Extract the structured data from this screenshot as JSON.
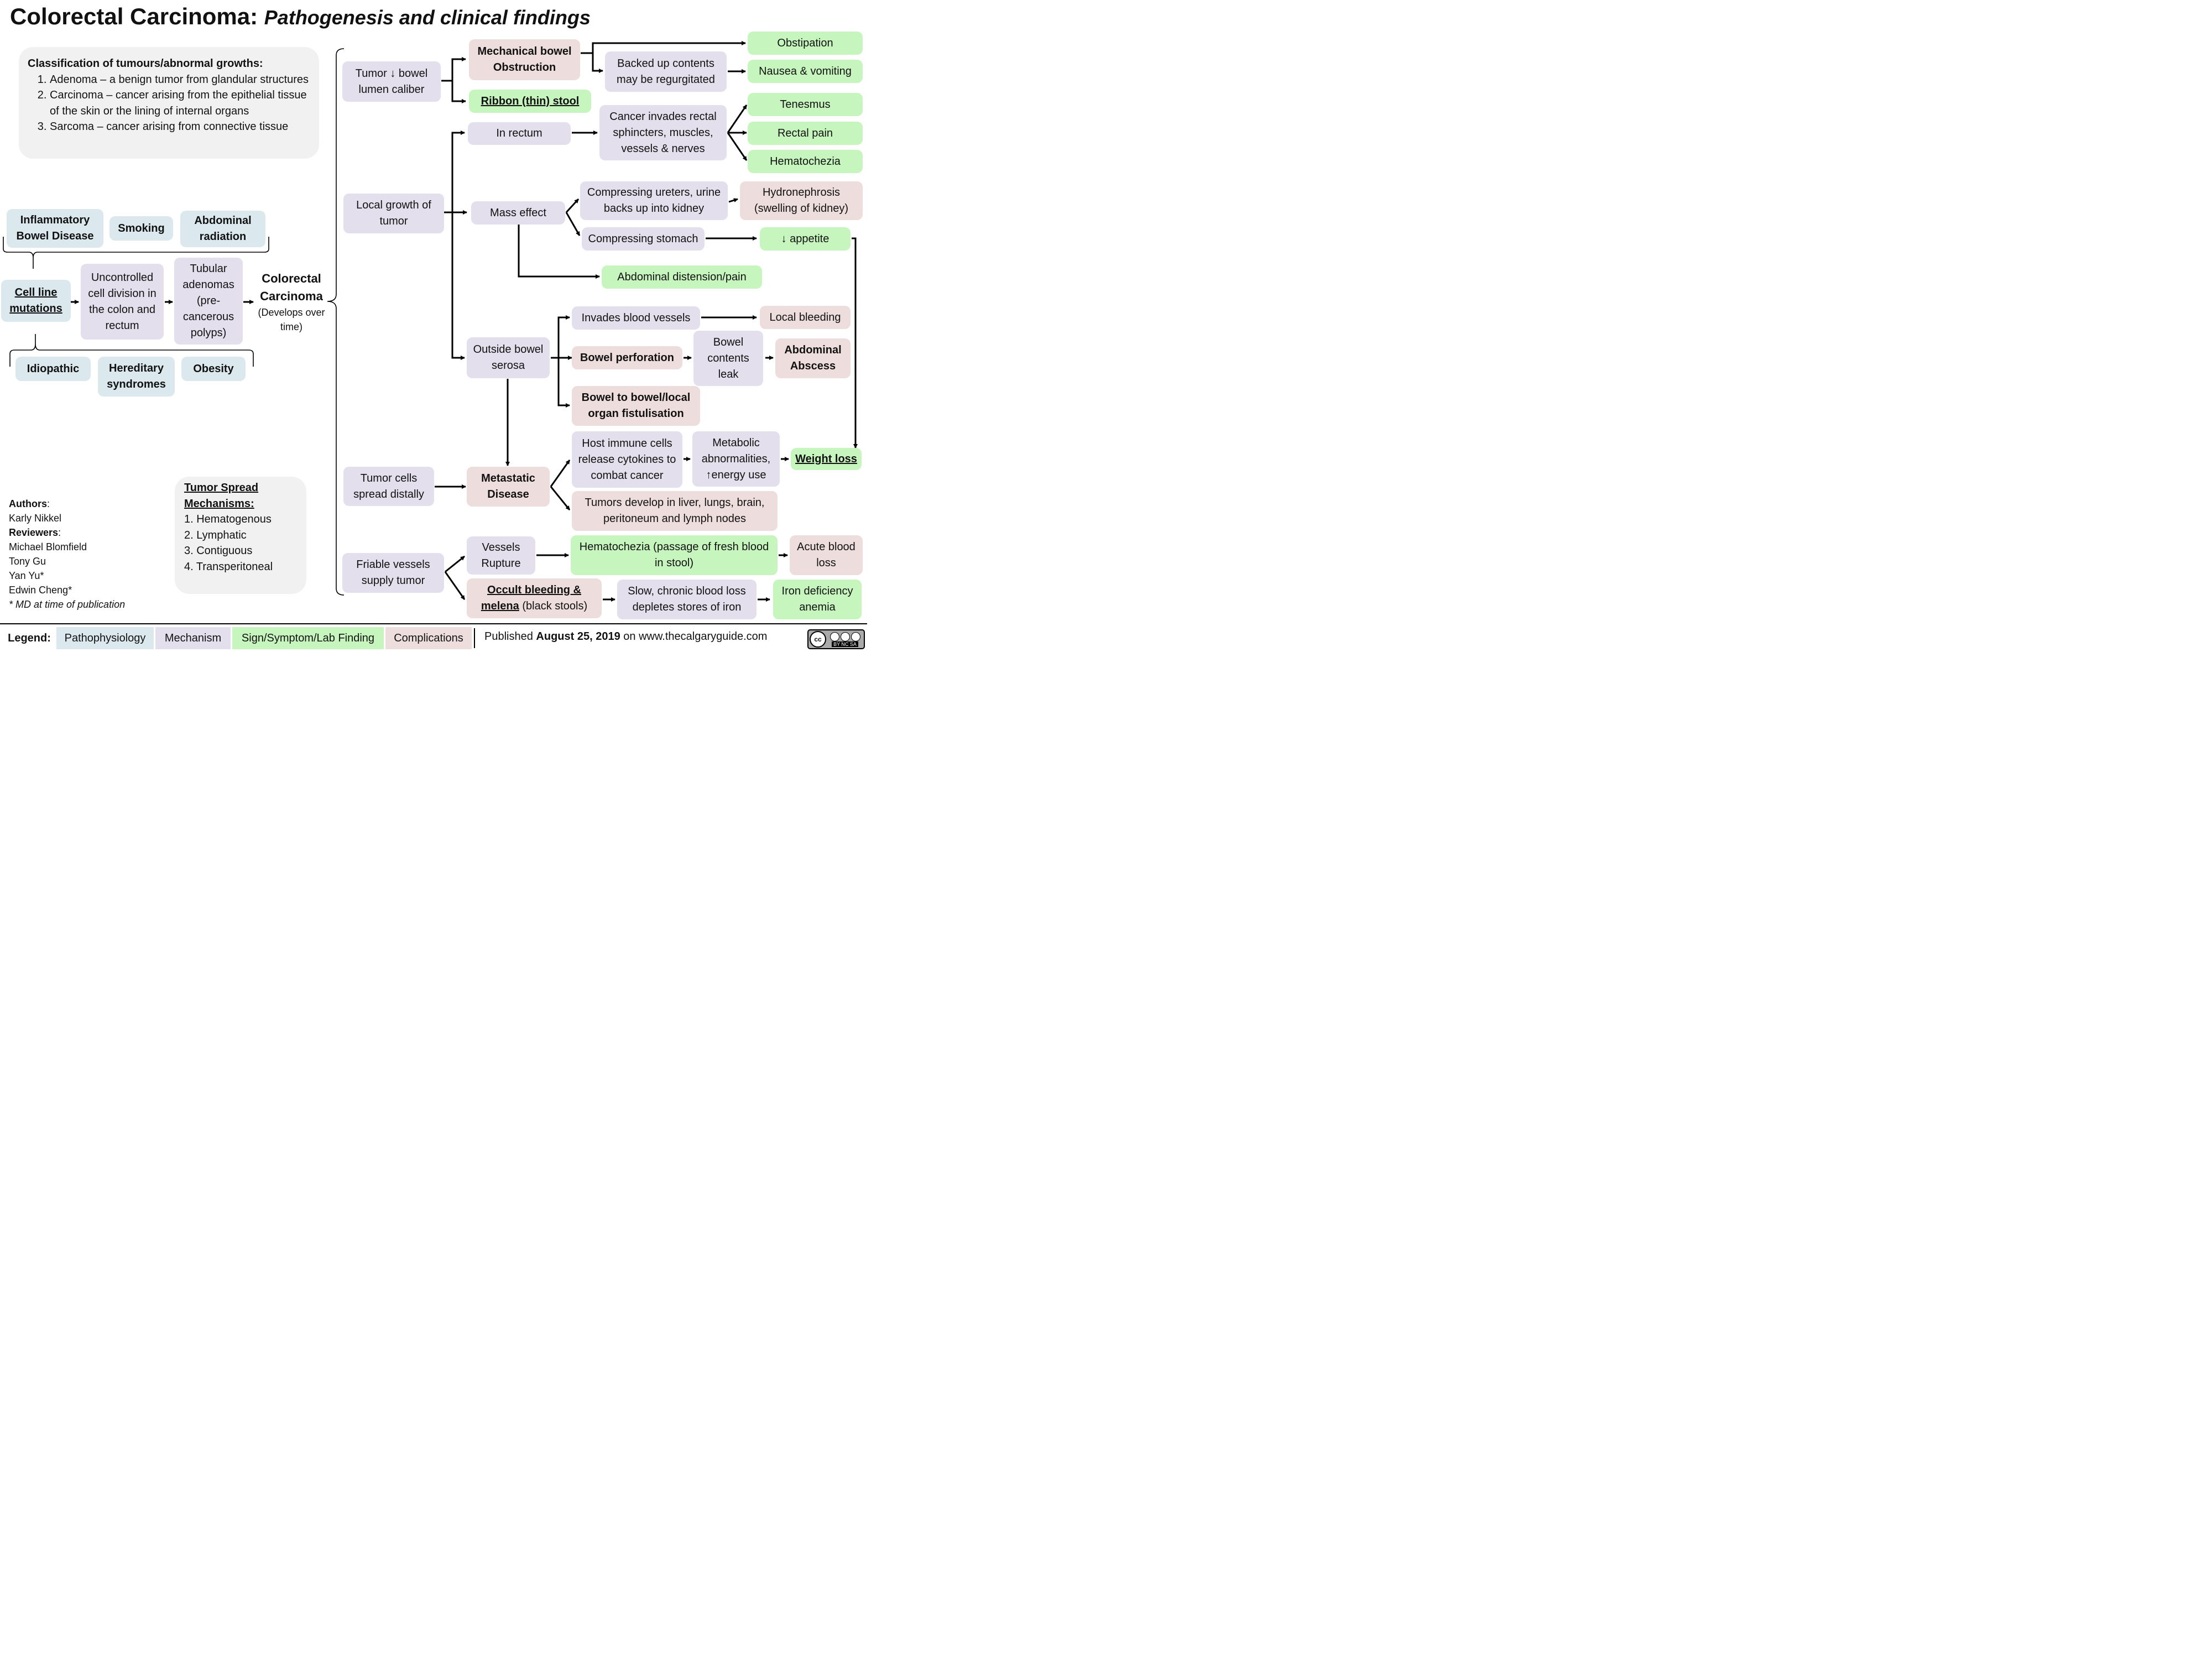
{
  "title": {
    "main": "Colorectal Carcinoma:",
    "sub": "Pathogenesis and clinical findings"
  },
  "classification": {
    "heading": "Classification of tumours/abnormal growths:",
    "items": [
      "Adenoma – a benign tumor from glandular structures",
      "Carcinoma – cancer arising from the epithelial tissue of the skin or the lining of internal organs",
      "Sarcoma – cancer arising from connective tissue"
    ]
  },
  "risk_factors": {
    "ibd": "Inflammatory Bowel Disease",
    "smoking": "Smoking",
    "abdominal_radiation": "Abdominal radiation",
    "idiopathic": "Idiopathic",
    "hereditary": "Hereditary syndromes",
    "obesity": "Obesity"
  },
  "pathway": {
    "cell_line": "Cell line mutations",
    "uncontrolled": "Uncontrolled cell division in the colon and rectum",
    "tubular": "Tubular adenomas (pre-cancerous polyps)",
    "crc_title": "Colorectal Carcinoma",
    "crc_note": "(Develops over time)"
  },
  "mechanisms": {
    "tumor_lumen": "Tumor ↓ bowel lumen caliber",
    "local_growth": "Local growth of tumor",
    "tumor_cells": "Tumor cells spread distally",
    "friable": "Friable vessels supply tumor",
    "mech_obstruction": "Mechanical bowel Obstruction",
    "ribbon": "Ribbon (thin) stool",
    "in_rectum": "In rectum",
    "mass_effect": "Mass effect",
    "outside_serosa": "Outside bowel serosa",
    "metastatic": "Metastatic Disease",
    "vessels_rupture": "Vessels Rupture",
    "occult_bold": "Occult bleeding & melena",
    "occult_rest": "(black stools)",
    "backed_up": "Backed up contents may be regurgitated",
    "invades_rectal": "Cancer invades rectal sphincters, muscles, vessels & nerves",
    "compress_ureters": "Compressing ureters, urine backs up into kidney",
    "compress_stomach": "Compressing stomach",
    "abd_distension": "Abdominal distension/pain",
    "invades_blood": "Invades blood vessels",
    "bowel_perforation": "Bowel perforation",
    "bowel_contents": "Bowel contents leak",
    "fistulisation": "Bowel to bowel/local organ fistulisation",
    "host_immune": "Host immune cells release cytokines to combat cancer",
    "metabolic": "Metabolic abnormalities, ↑energy use",
    "tumors_develop": "Tumors develop in liver, lungs, brain, peritoneum and lymph nodes",
    "hematochezia_fresh": "Hematochezia (passage of fresh blood in stool)",
    "slow_chronic": "Slow, chronic blood loss depletes stores of iron"
  },
  "findings": {
    "obstipation": "Obstipation",
    "nausea": "Nausea & vomiting",
    "tenesmus": "Tenesmus",
    "rectal_pain": "Rectal pain",
    "hematochezia": "Hematochezia",
    "hydronephrosis": "Hydronephrosis (swelling of kidney)",
    "appetite": "↓ appetite",
    "local_bleeding": "Local bleeding",
    "abd_abscess": "Abdominal Abscess",
    "weight_loss": "Weight loss",
    "acute_blood_loss": "Acute blood loss",
    "iron_deficiency": "Iron deficiency anemia"
  },
  "spread": {
    "heading": "Tumor Spread Mechanisms:",
    "items": [
      "1. Hematogenous",
      "2. Lymphatic",
      "3. Contiguous",
      "4. Transperitoneal"
    ]
  },
  "credits": {
    "authors_label": "Authors",
    "authors": [
      "Karly Nikkel"
    ],
    "reviewers_label": "Reviewers",
    "reviewers": [
      "Michael Blomfield",
      "Tony Gu",
      "Yan Yu*",
      "Edwin Cheng*"
    ],
    "note": "* MD at time of publication"
  },
  "legend": {
    "label": "Legend:",
    "items": [
      "Pathophysiology",
      "Mechanism",
      "Sign/Symptom/Lab Finding",
      "Complications"
    ],
    "colors": {
      "pathophysiology": "#dbe9ef",
      "mechanism": "#e3dfec",
      "sign": "#c6f5bd",
      "complication": "#eedddd"
    }
  },
  "footer": {
    "published_prefix": "Published",
    "date": "August 25, 2019",
    "site": "on www.thecalgaryguide.com",
    "license": "BY NC SA"
  }
}
